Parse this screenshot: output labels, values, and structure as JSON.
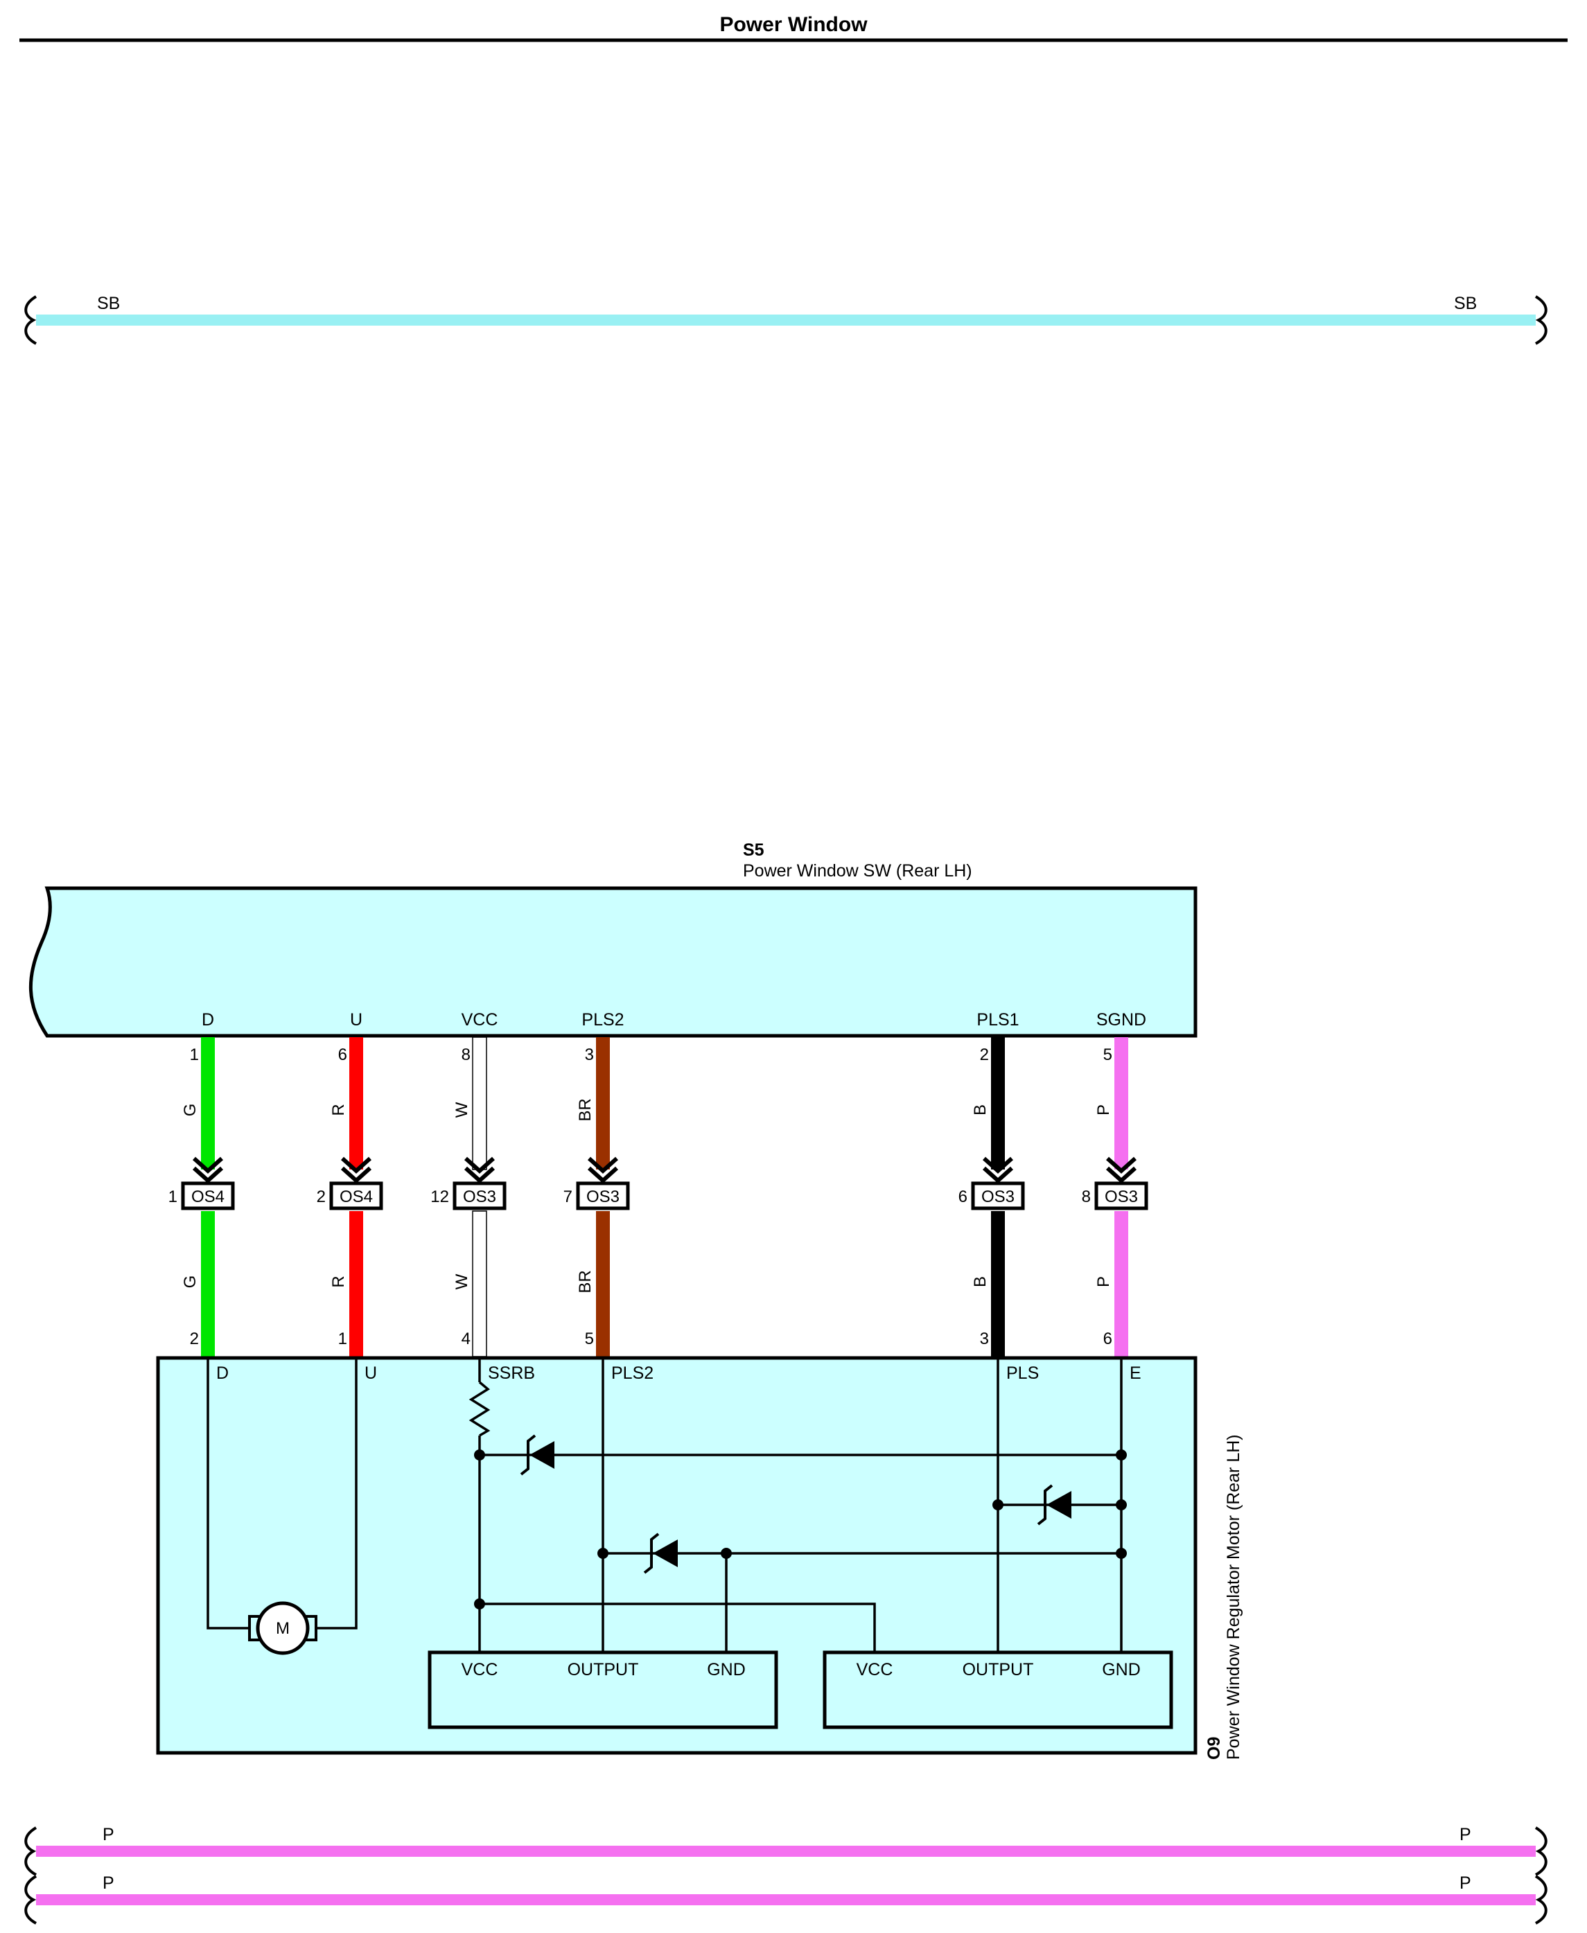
{
  "title": "Power Window",
  "colors": {
    "sb": "#99f0f3",
    "p": "#f570f0",
    "g": "#00e600",
    "r": "#ff0000",
    "w": "#ffffff",
    "br": "#9a3000",
    "b": "#000000",
    "box_fill": "#ccffff"
  },
  "buses": {
    "top": {
      "left_label": "SB",
      "right_label": "SB"
    },
    "bottom1": {
      "left_label": "P",
      "right_label": "P"
    },
    "bottom2": {
      "left_label": "P",
      "right_label": "P"
    }
  },
  "s5": {
    "code": "S5",
    "name": "Power Window SW (Rear LH)",
    "pins": [
      "D",
      "U",
      "VCC",
      "PLS2",
      "PLS1",
      "SGND"
    ]
  },
  "o9": {
    "code": "O9",
    "name": "Power Window Regulator Motor (Rear LH)",
    "pins": [
      "D",
      "U",
      "SSRB",
      "PLS2",
      "PLS",
      "E"
    ],
    "motor_label": "M",
    "ic1": {
      "vcc": "VCC",
      "output": "OUTPUT",
      "gnd": "GND"
    },
    "ic2": {
      "vcc": "VCC",
      "output": "OUTPUT",
      "gnd": "GND"
    }
  },
  "wires": [
    {
      "s5_pin": "1",
      "color_code": "G",
      "conn_pin": "1",
      "connector": "OS4",
      "o9_pin": "2"
    },
    {
      "s5_pin": "6",
      "color_code": "R",
      "conn_pin": "2",
      "connector": "OS4",
      "o9_pin": "1"
    },
    {
      "s5_pin": "8",
      "color_code": "W",
      "conn_pin": "12",
      "connector": "OS3",
      "o9_pin": "4"
    },
    {
      "s5_pin": "3",
      "color_code": "BR",
      "conn_pin": "7",
      "connector": "OS3",
      "o9_pin": "5"
    },
    {
      "s5_pin": "2",
      "color_code": "B",
      "conn_pin": "6",
      "connector": "OS3",
      "o9_pin": "3"
    },
    {
      "s5_pin": "5",
      "color_code": "P",
      "conn_pin": "8",
      "connector": "OS3",
      "o9_pin": "6"
    }
  ]
}
